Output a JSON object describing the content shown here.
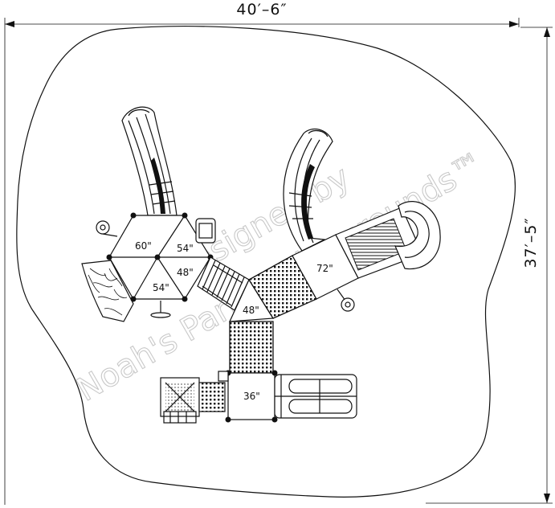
{
  "dimensions": {
    "width_label": "40′–6″",
    "height_label": "37′–5″"
  },
  "deck_labels": {
    "deck_60": "60\"",
    "deck_54_top": "54\"",
    "deck_48_left": "48\"",
    "deck_54_bottom": "54\"",
    "deck_72": "72\"",
    "deck_48_center": "48\"",
    "deck_36": "36\""
  },
  "watermark": {
    "line1": "Designed by",
    "line2": "Noah's Park & Playgrounds™"
  },
  "colors": {
    "ink": "#111111",
    "paper": "#ffffff",
    "watermark": "#c9c9c9"
  }
}
